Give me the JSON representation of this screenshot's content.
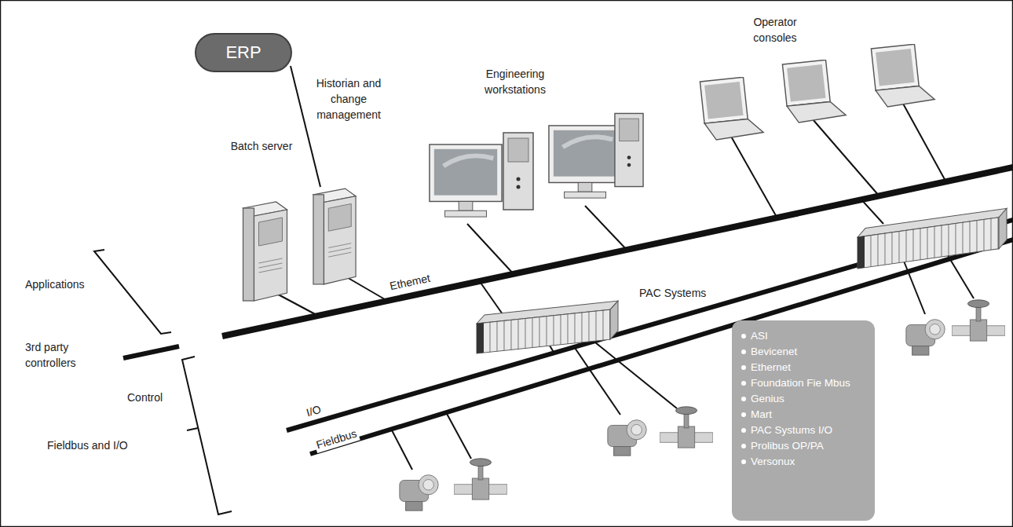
{
  "diagram": {
    "nodes": [
      {
        "text": [
          "ERP"
        ]
      },
      {
        "text": [
          "ASI",
          "Bevicenet",
          "Ethernet",
          "Foundation Fie Mbus",
          "Genius",
          "Mart",
          "PAC Systums I/O",
          "Prolibus OP/PA",
          "Versonux"
        ]
      }
    ],
    "labels": [
      "Historian and change management",
      "Batch server",
      "Engineering workstations",
      "Operator consoles",
      "Ethemet",
      "PAC Systems",
      "Applications",
      "3rd party controllers",
      "Control",
      "I/O",
      "Fieldbus",
      "Fieldbus and I/O"
    ]
  }
}
